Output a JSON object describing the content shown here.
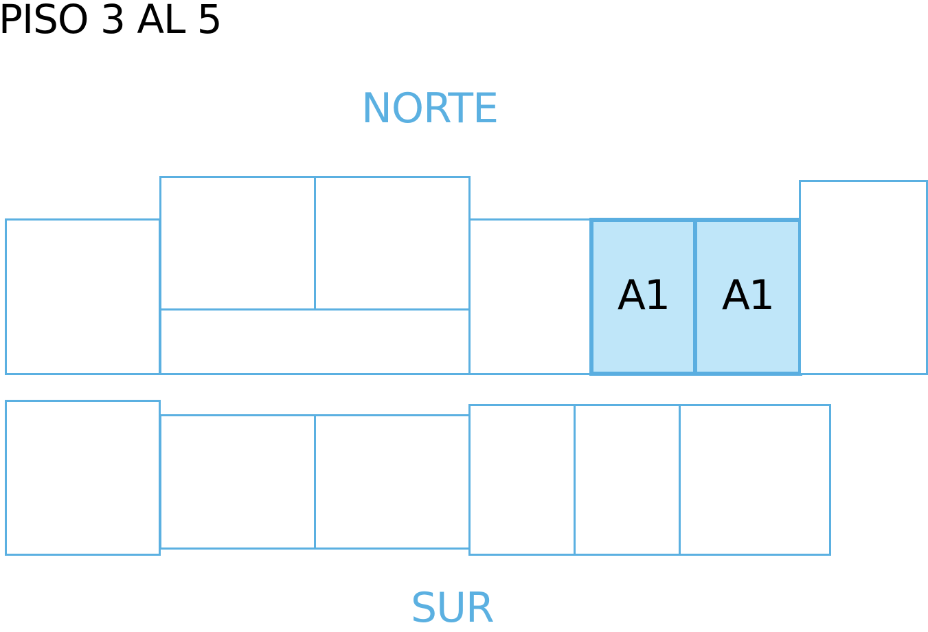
{
  "plan": {
    "title": "PISO 3 AL 5",
    "accent_color": "#5bb0e1",
    "selected_fill": "#bfe6f9",
    "orientation": {
      "north": "NORTE",
      "south": "SUR"
    },
    "selected_units": [
      {
        "label": "A1"
      },
      {
        "label": "A1"
      }
    ]
  }
}
